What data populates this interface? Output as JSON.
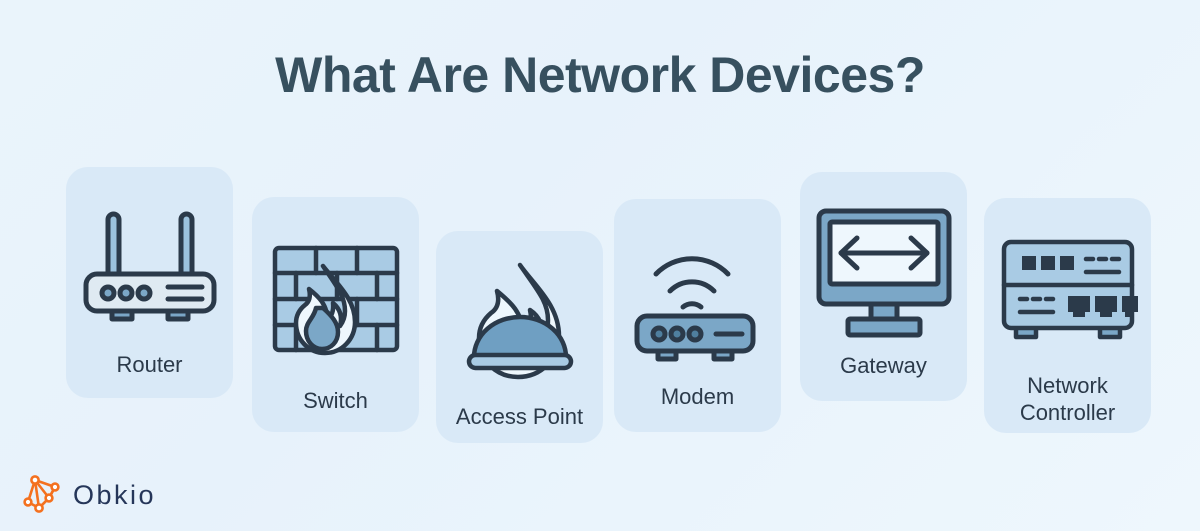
{
  "page": {
    "title": "What Are Network Devices?",
    "background_start": "#eaf4fb",
    "background_end": "#eef7fd",
    "title_color": "#37505f"
  },
  "theme": {
    "card_background": "#d9e9f7",
    "icon_stroke": "#2b3a4a",
    "icon_fill_light": "#b8d3e8",
    "icon_fill_mid": "#7ba7c7",
    "icon_fill_pale": "#eaf4fb",
    "label_color": "#2b3a4a",
    "logo_orange": "#f4711f",
    "logo_navy": "#253659"
  },
  "cards": [
    {
      "label": "Router",
      "icon": "router-icon"
    },
    {
      "label": "Switch",
      "icon": "firewall-brick-flame-icon"
    },
    {
      "label": "Access Point",
      "icon": "access-point-dome-flame-icon"
    },
    {
      "label": "Modem",
      "icon": "modem-wifi-icon"
    },
    {
      "label": "Gateway",
      "icon": "monitor-arrows-icon"
    },
    {
      "label": "Network Controller",
      "icon": "network-controller-rack-icon"
    }
  ],
  "logo": {
    "text": "Obkio",
    "mark": "obkio-network-nodes-logo"
  }
}
